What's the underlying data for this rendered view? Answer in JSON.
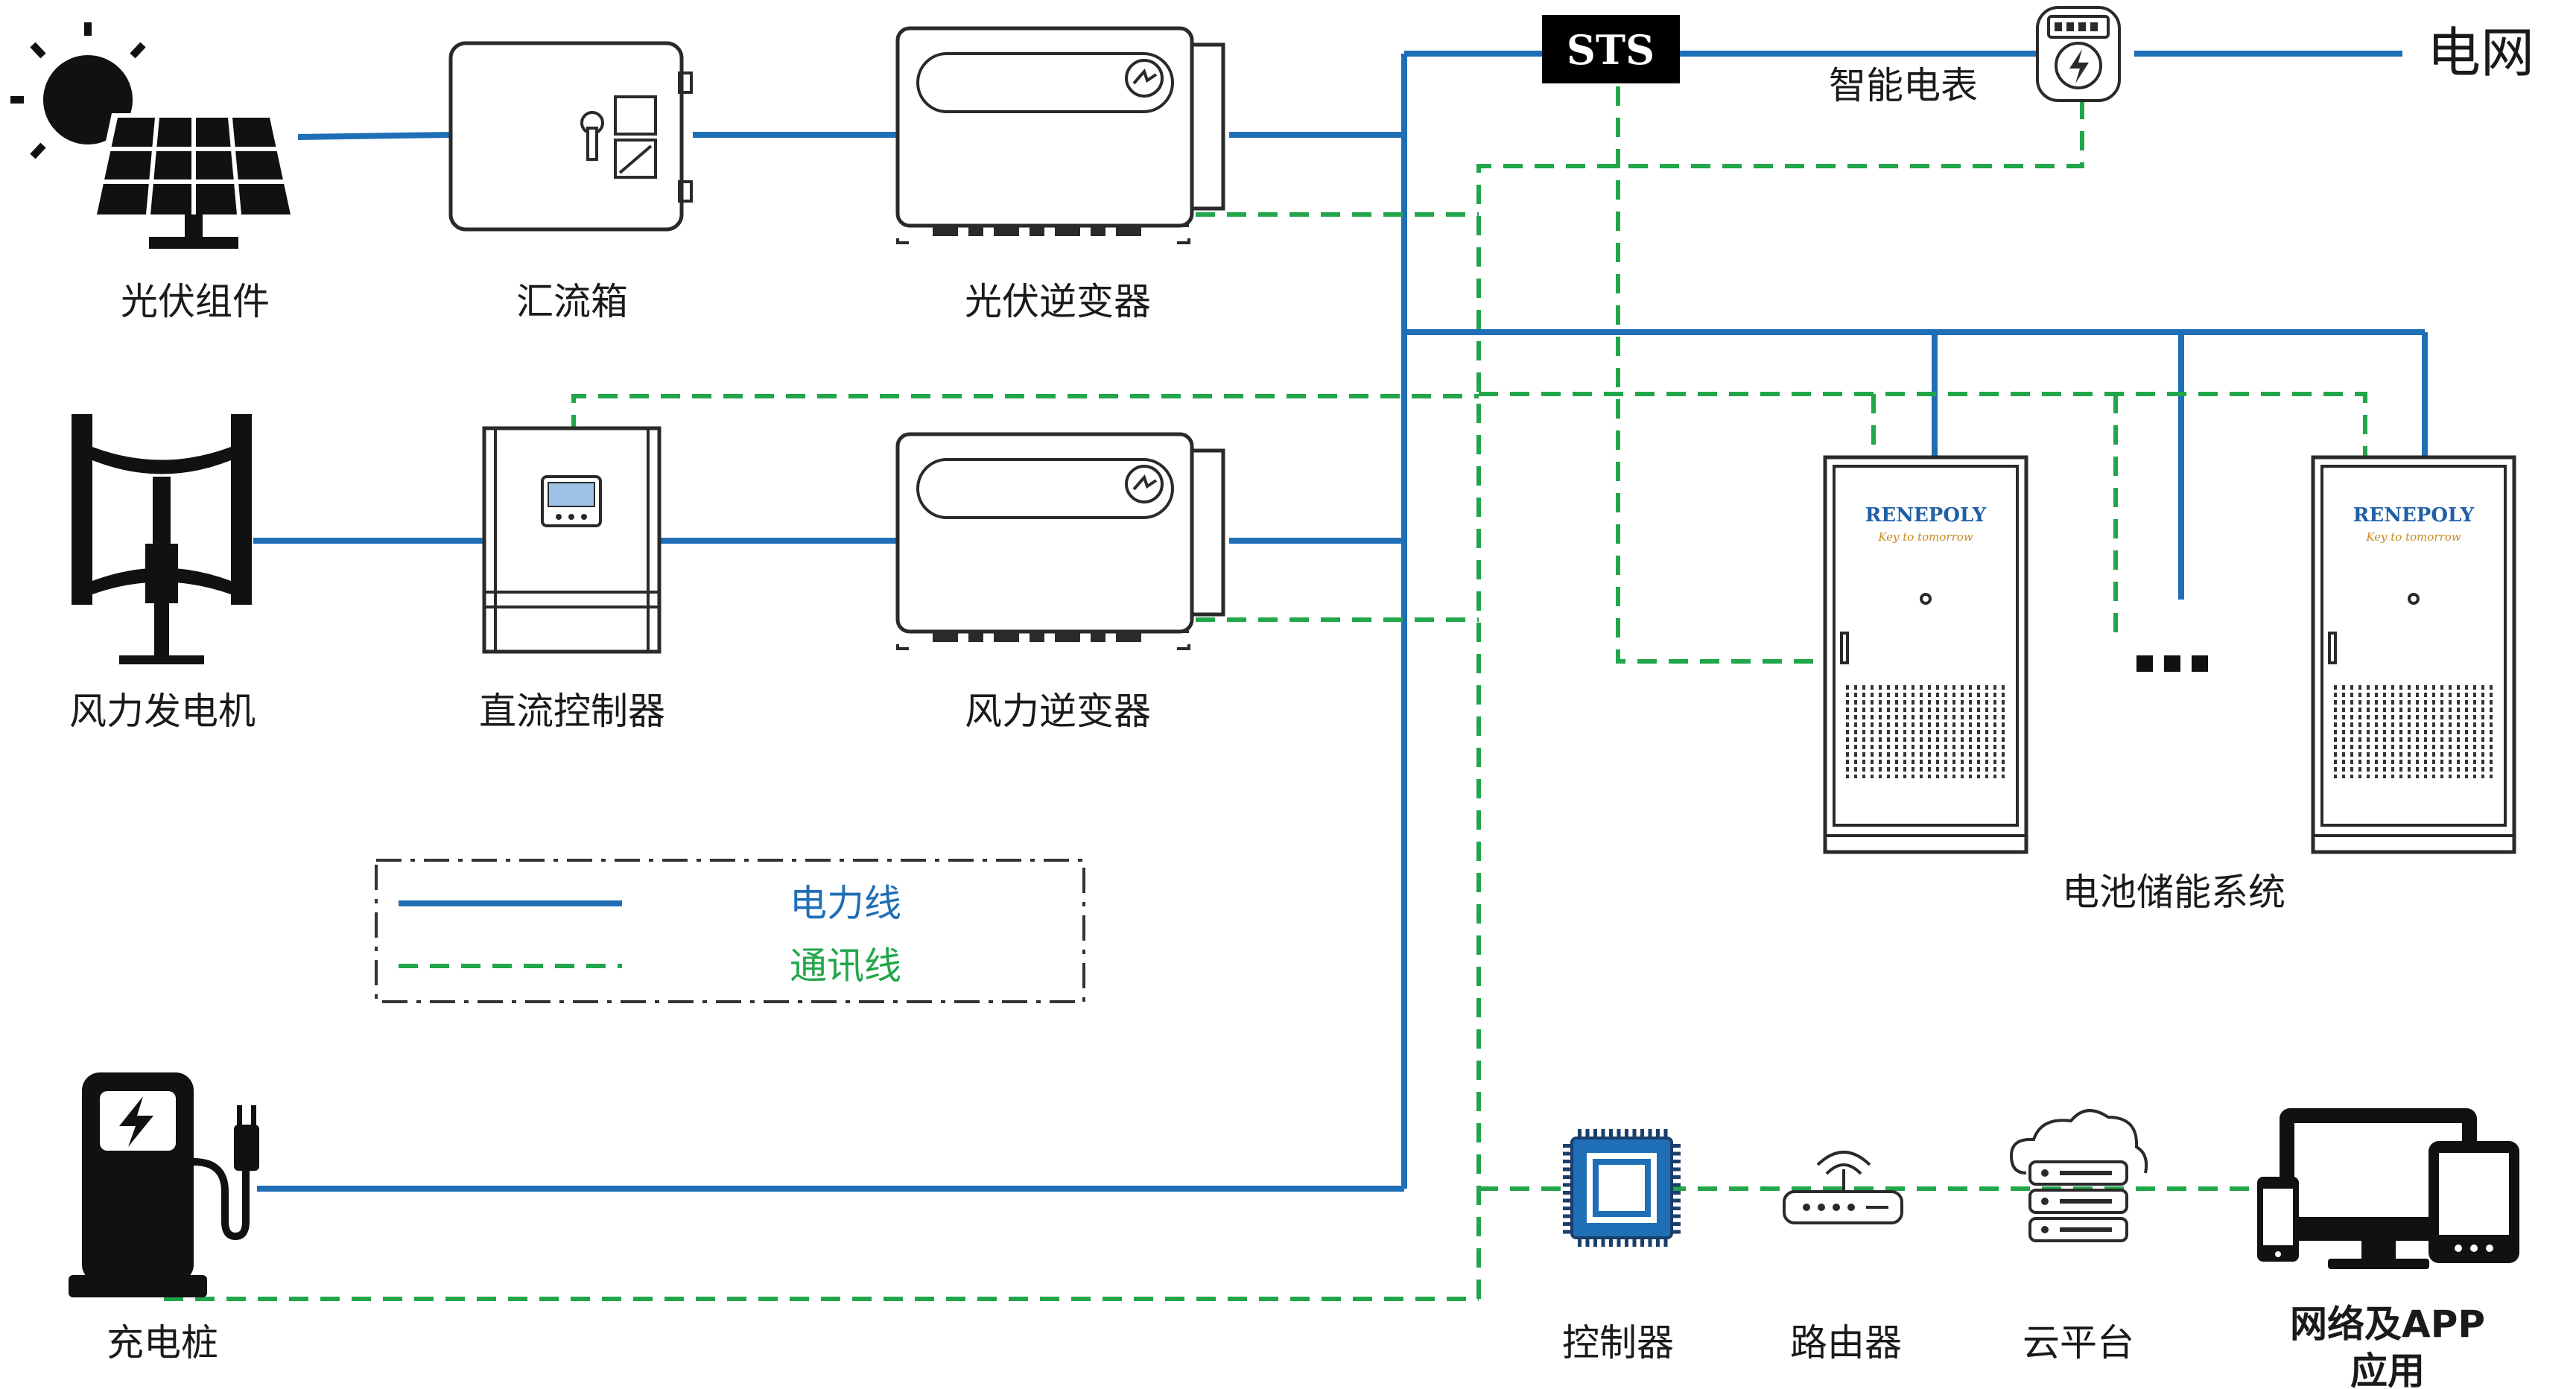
{
  "labels": {
    "pv_module": "光伏组件",
    "combiner_box": "汇流箱",
    "pv_inverter": "光伏逆变器",
    "wind_turbine": "风力发电机",
    "dc_controller": "直流控制器",
    "wind_inverter": "风力逆变器",
    "sts": "STS",
    "smart_meter": "智能电表",
    "grid": "电网",
    "battery_storage": "电池储能系统",
    "charging_pile": "充电桩",
    "controller": "控制器",
    "router": "路由器",
    "cloud_platform": "云平台",
    "network_app_line1": "网络及APP",
    "network_app_line2": "应用"
  },
  "brand": {
    "name": "RENEPOLY",
    "slogan": "Key to tomorrow"
  },
  "ellipsis": "...",
  "legend": {
    "power_line": "电力线",
    "comm_line": "通讯线"
  },
  "colors": {
    "power_line": "#1f6fb6",
    "comm_line": "#22a64a",
    "brand_text": "#1f5fa6",
    "brand_slogan": "#c8891e"
  }
}
